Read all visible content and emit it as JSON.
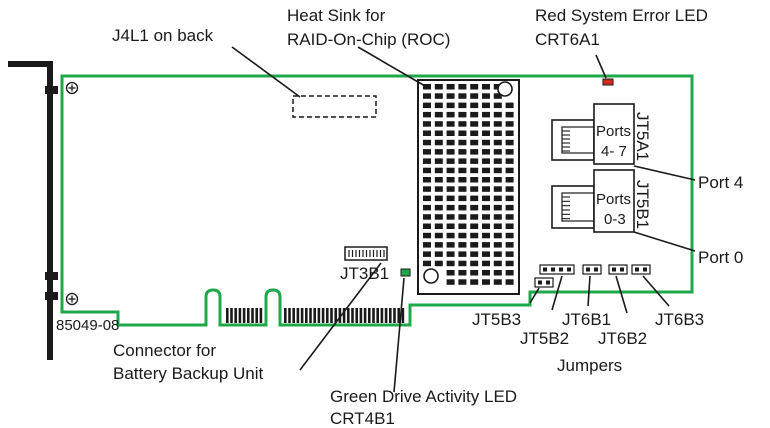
{
  "labels": {
    "j4l1": "J4L1 on back",
    "heat_sink_line1": "Heat Sink for",
    "heat_sink_line2": "RAID-On-Chip (ROC)",
    "red_led_line1": "Red System Error LED",
    "red_led_line2": "CRT6A1",
    "ports_upper_line1": "Ports",
    "ports_upper_line2": "4- 7",
    "ports_lower_line1": "Ports",
    "ports_lower_line2": "0-3",
    "jt5a1": "JT5A1",
    "jt5b1": "JT5B1",
    "port4": "Port 4",
    "port0": "Port 0",
    "jt3b1": "JT3B1",
    "part_number": "85049-08",
    "bbu_line1": "Connector for",
    "bbu_line2": "Battery Backup Unit",
    "green_led_line1": "Green Drive Activity LED",
    "green_led_line2": "CRT4B1",
    "jt5b3": "JT5B3",
    "jt5b2": "JT5B2",
    "jt6b1": "JT6B1",
    "jt6b2": "JT6B2",
    "jt6b3": "JT6B3",
    "jumpers": "Jumpers"
  },
  "colors": {
    "board_outline": "#1fa84a",
    "error_led": "#d42a1c",
    "activity_led": "#1fa84a",
    "ink": "#1a1a1a"
  }
}
